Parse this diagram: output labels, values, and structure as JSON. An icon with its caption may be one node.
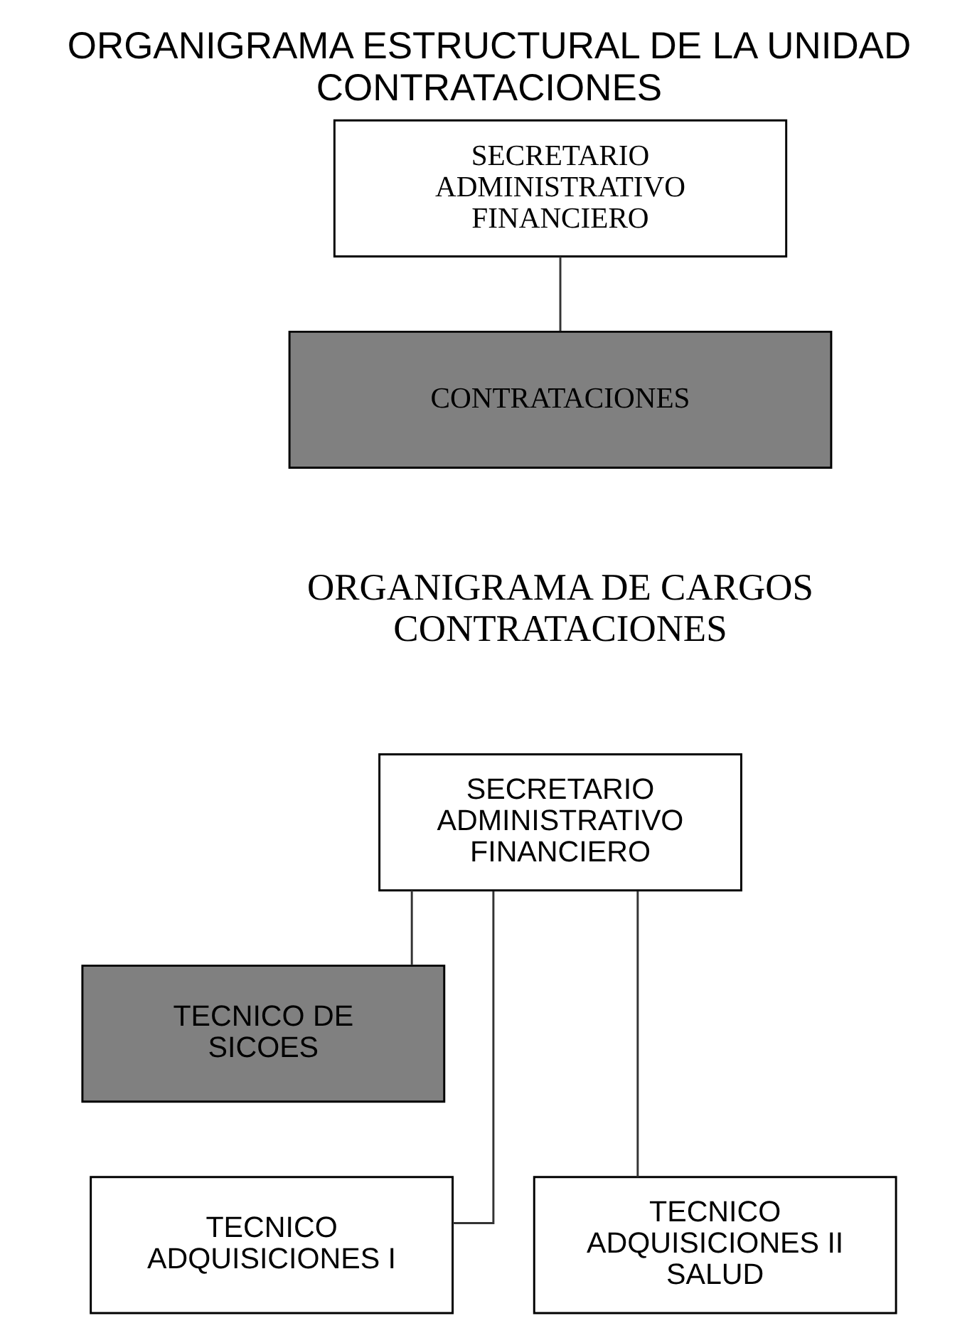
{
  "diagram": {
    "title": "ORGANIGRAMA ESTRUCTURAL DE LA UNIDAD CONTRATACIONES",
    "nodes": [
      {
        "text": [
          "SECRETARIO ADMINISTRATIVO FINANCIERO"
        ]
      },
      {
        "text": [
          "CONTRATACIONES"
        ]
      },
      {
        "text": [
          "SECRETARIO ADMINISTRATIVO FINANCIERO"
        ]
      },
      {
        "text": [
          "TECNICO DE SICOES"
        ]
      },
      {
        "text": [
          "TECNICO ADQUISICIONES I"
        ]
      },
      {
        "text": [
          "TECNICO ADQUISICIONES II SALUD"
        ]
      }
    ],
    "edges": [
      {
        "from": 0,
        "to": 1,
        "arrow": "none"
      },
      {
        "from": 2,
        "to": 3,
        "arrow": "none"
      },
      {
        "from": 2,
        "to": 4,
        "arrow": "none"
      },
      {
        "from": 2,
        "to": 5,
        "arrow": "none"
      }
    ],
    "labels": [
      "ORGANIGRAMA DE CARGOS CONTRATACIONES"
    ]
  }
}
